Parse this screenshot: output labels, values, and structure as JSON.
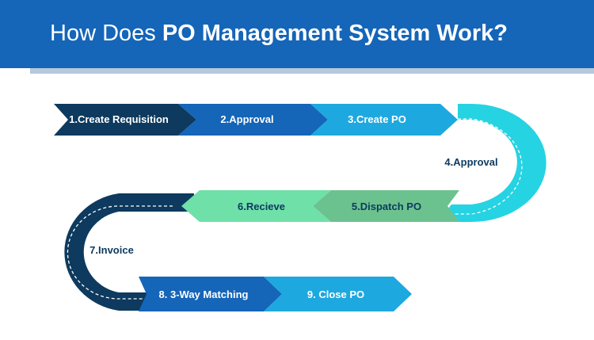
{
  "header": {
    "title_prefix": "How Does ",
    "title_bold": "PO Management System Work?"
  },
  "steps": [
    {
      "label": "1.Create Requisition",
      "color": "#0d3a5e"
    },
    {
      "label": "2.Approval",
      "color": "#1565b8"
    },
    {
      "label": "3.Create PO",
      "color": "#1ea8e0"
    },
    {
      "label": "4.Approval",
      "color": "#26d3e2"
    },
    {
      "label": "5.Dispatch PO",
      "color": "#6cc28e"
    },
    {
      "label": "6.Recieve",
      "color": "#6fe0a8"
    },
    {
      "label": "7.Invoice",
      "color": "#0d3a5e"
    },
    {
      "label": "8. 3-Way Matching",
      "color": "#1565b8"
    },
    {
      "label": "9. Close PO",
      "color": "#1ea8e0"
    }
  ],
  "colors": {
    "header_bg": "#1565b8",
    "dark_navy": "#0d3a5e",
    "text_dark": "#0d3a5e"
  }
}
